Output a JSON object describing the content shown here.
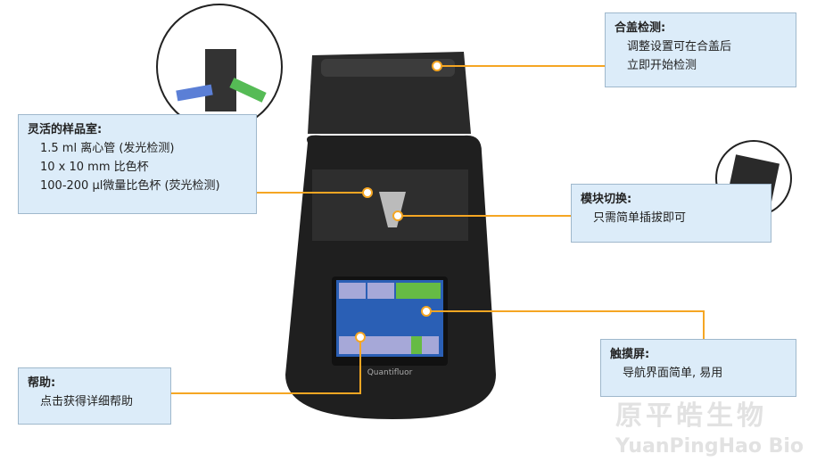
{
  "callouts": {
    "lid": {
      "title": "合盖检测:",
      "lines": [
        "调整设置可在合盖后",
        "立即开始检测"
      ]
    },
    "chamber": {
      "title": "灵活的样品室:",
      "lines": [
        "1.5 ml 离心管 (发光检测)",
        "10 x 10 mm 比色杯",
        "100-200 µl微量比色杯 (荧光检测)"
      ]
    },
    "module": {
      "title": "模块切换:",
      "lines": [
        "只需简单插拔即可"
      ]
    },
    "touch": {
      "title": "触摸屏:",
      "lines": [
        "导航界面简单, 易用"
      ]
    },
    "help": {
      "title": "帮助:",
      "lines": [
        "点击获得详细帮助"
      ]
    }
  },
  "watermark": {
    "cn": "原平皓生物",
    "en": "YuanPingHao Bio"
  },
  "colors": {
    "accent": "#f5a623",
    "box": "#dcecf9",
    "screen": "#2a5fb5"
  }
}
